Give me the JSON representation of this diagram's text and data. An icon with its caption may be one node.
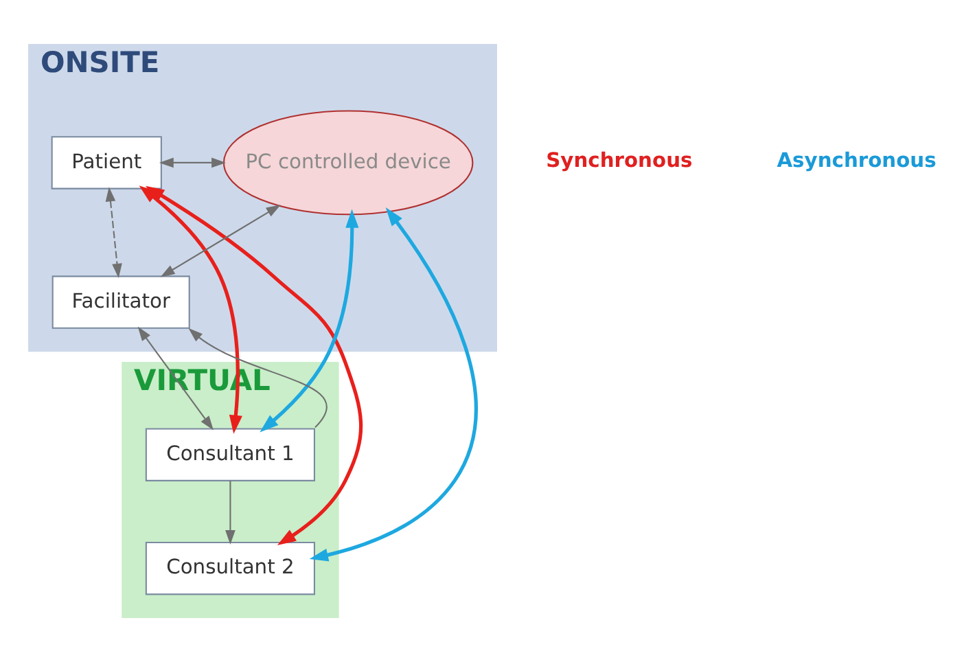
{
  "diagram": {
    "nodes": [
      {
        "text": [
          "ONSITE"
        ]
      },
      {
        "text": [
          "Patient"
        ],
        "in": 0
      },
      {
        "text": [
          "PC controlled device"
        ],
        "in": 0
      },
      {
        "text": [
          "Facilitator"
        ],
        "in": 0
      },
      {
        "text": [
          "VIRTUAL"
        ]
      },
      {
        "text": [
          "Consultant 1"
        ],
        "in": 4
      },
      {
        "text": [
          "Consultant 2"
        ],
        "in": 4
      }
    ],
    "edges": [
      {
        "from": 1,
        "to": 2,
        "arrow": "both"
      },
      {
        "from": 1,
        "to": 3,
        "arrow": "both",
        "style": "dashed"
      },
      {
        "from": 2,
        "to": 3,
        "arrow": "both"
      },
      {
        "from": 3,
        "to": 5,
        "arrow": "both"
      },
      {
        "from": 5,
        "to": 3,
        "arrow": "to"
      },
      {
        "from": 5,
        "to": 6,
        "arrow": "to"
      },
      {
        "from": 1,
        "to": 5,
        "arrow": "both",
        "style": "thick",
        "color": "#e8201c"
      },
      {
        "from": 1,
        "to": 6,
        "arrow": "both",
        "style": "thick",
        "color": "#e8201c"
      },
      {
        "from": 2,
        "to": 5,
        "arrow": "both",
        "style": "thick",
        "color": "#1ea8e0"
      },
      {
        "from": 2,
        "to": 6,
        "arrow": "both",
        "style": "thick",
        "color": "#1ea8e0"
      }
    ],
    "labels": [
      "Synchronous",
      "Asynchronous"
    ]
  }
}
